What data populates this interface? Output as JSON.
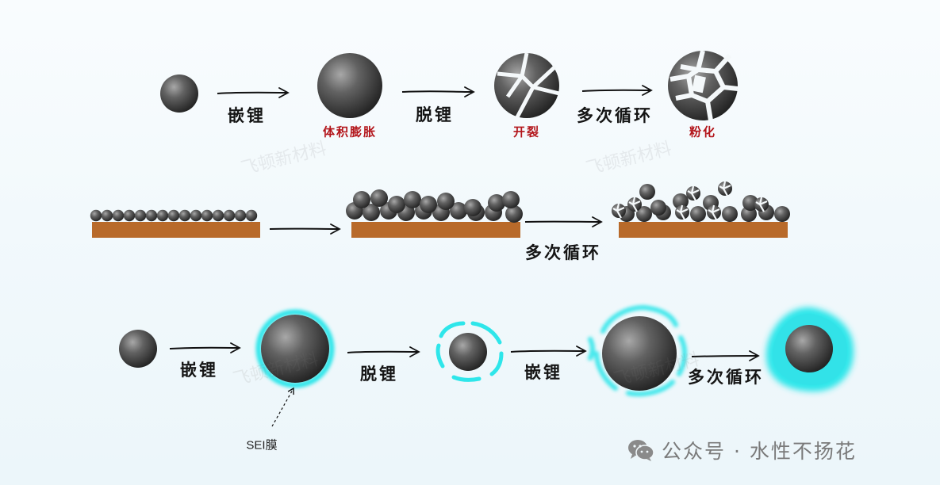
{
  "rows": {
    "top": {
      "labels": {
        "lithiation": "嵌锂",
        "delithiation": "脱锂",
        "multi_cycle": "多次循环"
      },
      "states": {
        "expansion": "体积膨胀",
        "cracking": "开裂",
        "pulverization": "粉化"
      }
    },
    "middle": {
      "label": "多次循环"
    },
    "bottom": {
      "labels": {
        "lithiation_1": "嵌锂",
        "delithiation": "脱锂",
        "lithiation_2": "嵌锂",
        "multi_cycle": "多次循环"
      },
      "sei": "SEI膜"
    }
  },
  "watermarks": [
    "飞顿新材料",
    "飞顿新材料",
    "飞顿新材料",
    "飞顿新材料"
  ],
  "footer": {
    "text": "公众号 · 水性不扬花",
    "icon": "wechat-icon"
  },
  "colors": {
    "particle_dark": "#2e2e2e",
    "particle_light": "#a2a2a2",
    "substrate": "#b86a2a",
    "sei": "#2ee6ea",
    "state_label": "#b3151b"
  }
}
